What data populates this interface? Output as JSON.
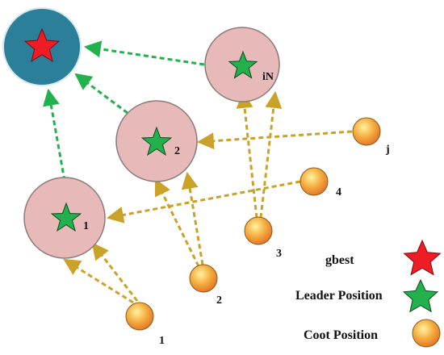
{
  "colors": {
    "gbest_fill": "#2b7f99",
    "leader_circle": "#e8b9b9",
    "star_red": "#ee1c24",
    "star_green": "#22b14c",
    "leader_arrow": "#22b14c",
    "coot_arrow": "#c9a227",
    "coot_fill": "#f1a737"
  },
  "leaders": {
    "l1": "1",
    "l2": "2",
    "liN": "iN"
  },
  "coots": {
    "c1": "1",
    "c2": "2",
    "c3": "3",
    "c4": "4",
    "cj": "j"
  },
  "legend": {
    "gbest_label": "gbest",
    "leader_label": "Leader Position",
    "coot_label": "Coot Position"
  }
}
